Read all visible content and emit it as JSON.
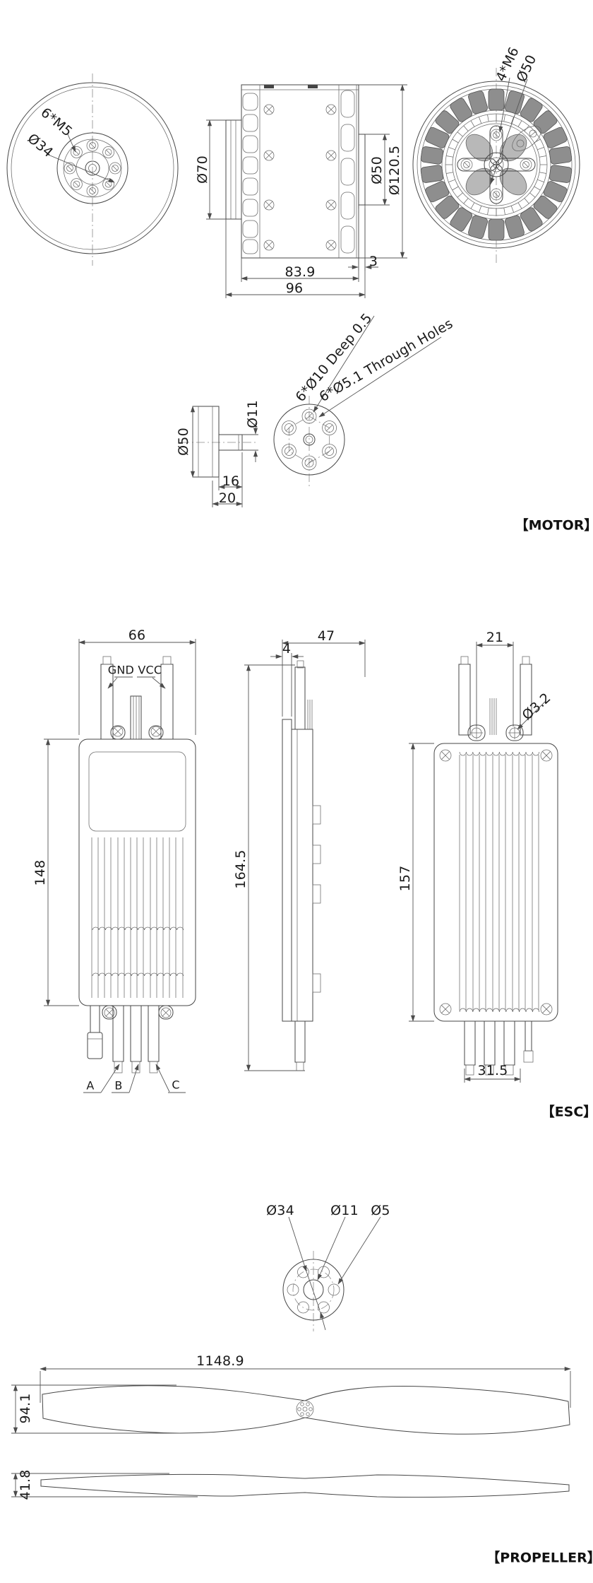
{
  "sections": {
    "motor": {
      "caption": "【MOTOR】",
      "top": {
        "bolts": "6*M5",
        "hub_dia": "Ø34"
      },
      "side": {
        "flange_dia": "Ø70",
        "boss_dia": "Ø50",
        "outer_dia": "Ø120.5",
        "boss_len": "3",
        "body_len": "83.9",
        "total_len": "96"
      },
      "rear": {
        "bolts": "4*M6",
        "bolt_circle": "Ø50"
      },
      "shaft": {
        "flange_dia": "Ø50",
        "shaft_dia": "Ø11",
        "shaft_len": "16",
        "total_len": "20"
      },
      "hub": {
        "counterbore": "6*Ø10 Deep 0.5",
        "through": "6*Ø5.1 Through Holes"
      }
    },
    "esc": {
      "caption": "【ESC】",
      "front": {
        "width": "66",
        "height": "148",
        "power": "GND VCC",
        "phase_a": "A",
        "phase_b": "B",
        "phase_c": "C"
      },
      "side": {
        "depth": "47",
        "plate_thk": "4",
        "height": "164.5"
      },
      "back": {
        "hole_pitch": "21",
        "hole_dia": "Ø3.2",
        "height": "157",
        "wire_pitch": "31.5"
      }
    },
    "propeller": {
      "caption": "【PROPELLER】",
      "hub": {
        "bolt_circle": "Ø34",
        "bore_dia": "Ø11",
        "hole_dia": "Ø5"
      },
      "top": {
        "length": "1148.9",
        "chord": "94.1"
      },
      "side": {
        "thickness": "41.8"
      }
    }
  }
}
